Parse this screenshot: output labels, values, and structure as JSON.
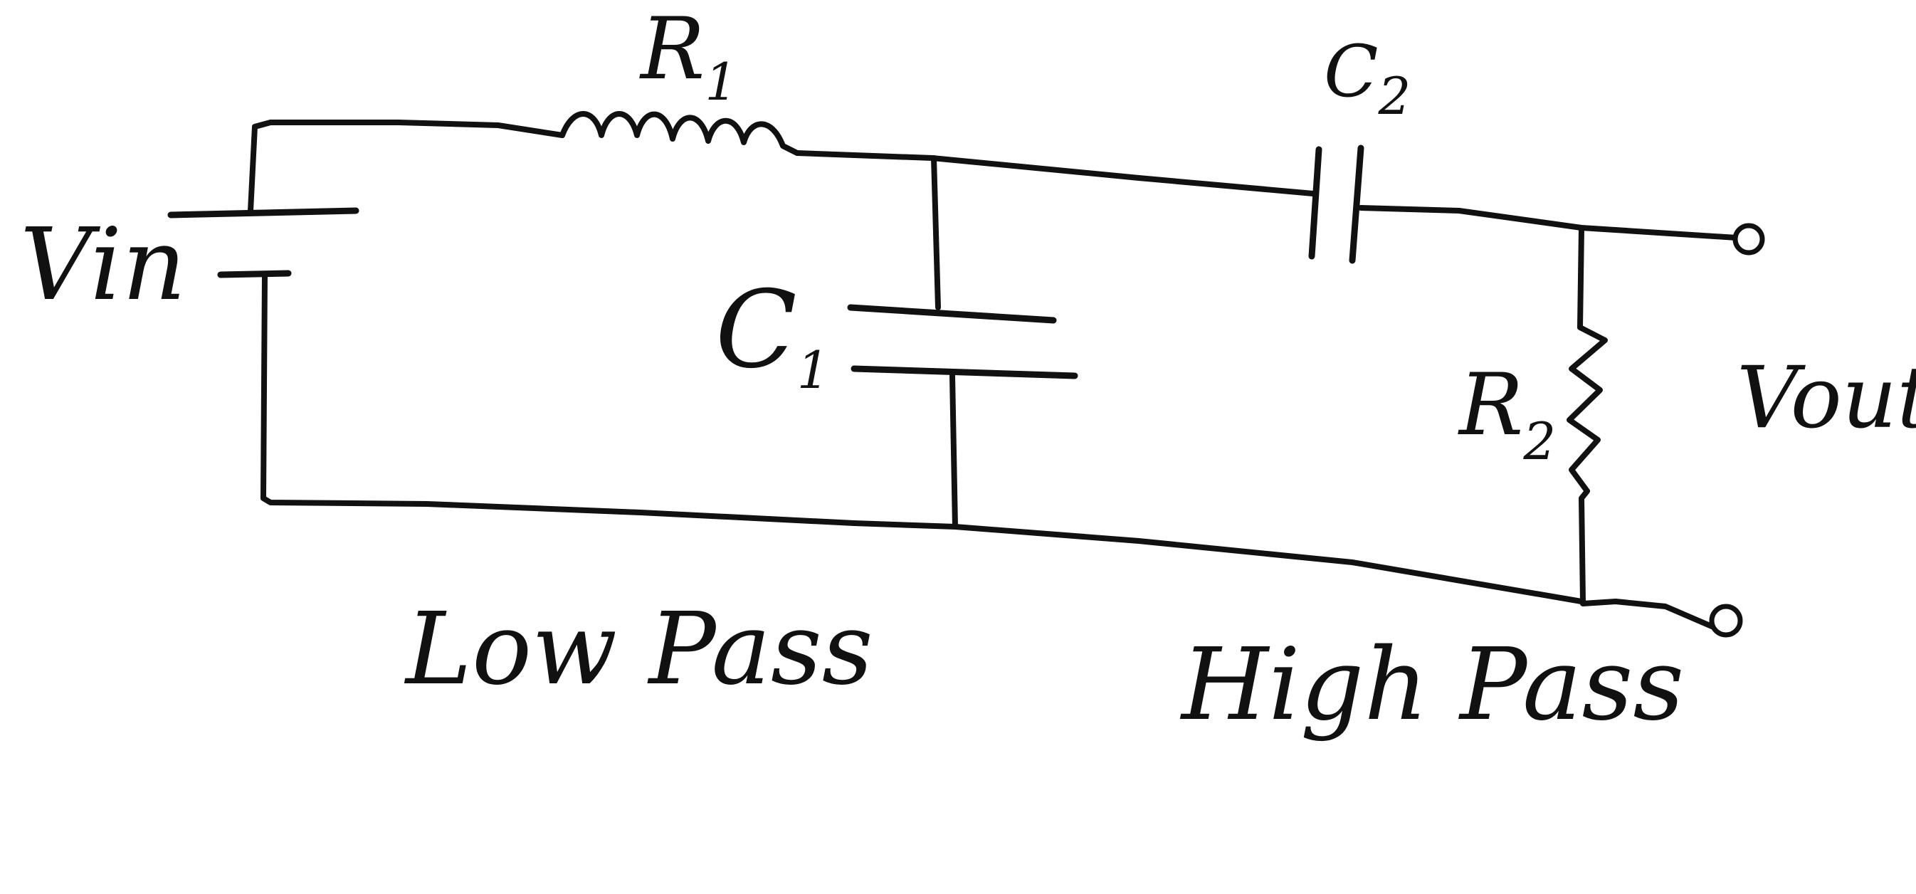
{
  "labels": {
    "vin": "Vin",
    "r1_main": "R",
    "r1_sub": "1",
    "c2_main": "C",
    "c2_sub": "2",
    "c1_main": "C",
    "c1_sub": "1",
    "r2_main": "R",
    "r2_sub": "2",
    "vout": "Vout",
    "low_pass": "Low Pass",
    "high_pass": "High Pass"
  },
  "colors": {
    "ink": "#111111",
    "background": "#ffffff"
  }
}
